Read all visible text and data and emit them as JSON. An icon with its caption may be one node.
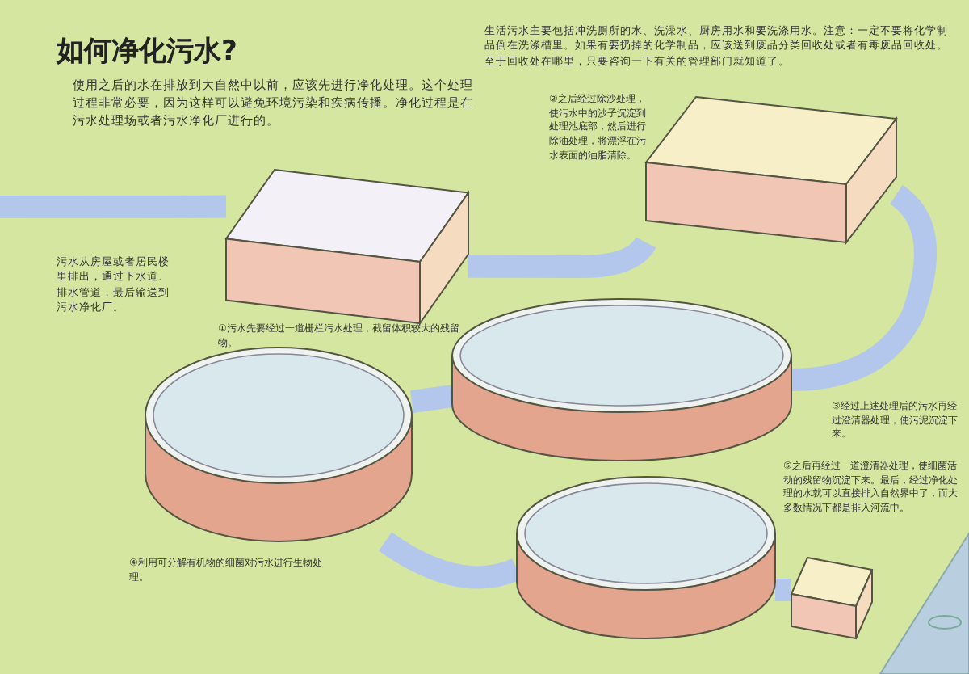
{
  "diagram": {
    "title": "如何净化污水?",
    "nodes": [
      {
        "text": [],
        "shape": "box",
        "beside": [
          "①污水先要经过一道栅栏污水处理，截留体积较大的残留物。"
        ]
      },
      {
        "text": [],
        "shape": "box",
        "beside": [
          "②之后经过除沙处理，使污水中的沙子沉淀到处理池底部，然后进行除油处理，将漂浮在污水表面的油脂清除。"
        ]
      },
      {
        "text": [],
        "shape": "cylinder"
      },
      {
        "text": [],
        "shape": "cylinder",
        "beside": [
          "④利用可分解有机物的细菌对污水进行生物处理。"
        ]
      },
      {
        "text": [],
        "shape": "cylinder"
      },
      {
        "text": [],
        "shape": "box"
      }
    ],
    "edges": [
      {
        "from": null,
        "to": 0,
        "arrow": "none"
      },
      {
        "from": 0,
        "to": 1,
        "arrow": "none"
      },
      {
        "from": 1,
        "to": 2,
        "arrow": "none"
      },
      {
        "from": 2,
        "to": 3,
        "arrow": "none"
      },
      {
        "from": 3,
        "to": 4,
        "arrow": "none"
      },
      {
        "from": 4,
        "to": 5,
        "arrow": "none"
      }
    ],
    "labels": [
      "使用之后的水在排放到大自然中以前，应该先进行净化处理。这个处理过程非常必要，因为这样可以避免环境污染和疾病传播。净化过程是在污水处理场或者污水净化厂进行的。",
      "生活污水主要包括冲洗厕所的水、洗澡水、厨房用水和要洗涤用水。注意：一定不要将化学制品倒在洗涤槽里。如果有要扔掉的化学制品，应该送到废品分类回收处或者有毒废品回收处。至于回收处在哪里，只要咨询一下有关的管理部门就知道了。",
      "污水从房屋或者居民楼里排出，通过下水道、排水管道，最后输送到污水净化厂。",
      "③经过上述处理后的污水再经过澄清器处理，使污泥沉淀下来。",
      "⑤之后再经过一道澄清器处理，使细菌活动的残留物沉淀下来。最后，经过净化处理的水就可以直接排入自然界中了，而大多数情况下都是排入河流中。"
    ]
  }
}
